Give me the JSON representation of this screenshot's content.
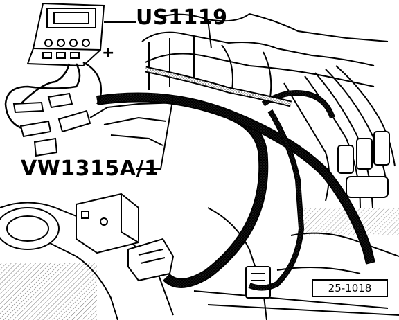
{
  "labels": {
    "tester": "US1119",
    "adapter": "VW1315A/1",
    "polarity": "+"
  },
  "figure_number": "25-1018",
  "colors": {
    "ink": "#000000",
    "background": "#ffffff",
    "hatch": "#555555"
  }
}
